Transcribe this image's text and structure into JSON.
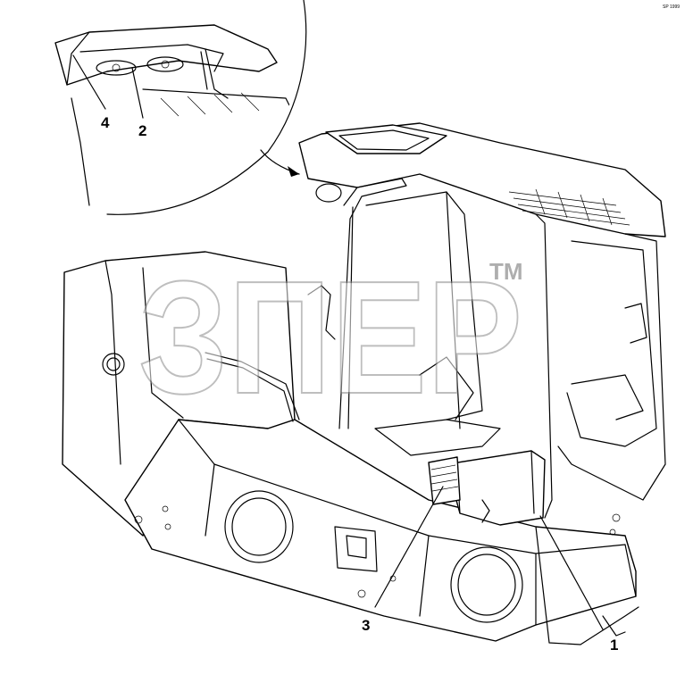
{
  "figure_code": "SP 1999",
  "watermark": {
    "text": "ЗПЕР",
    "trademark": "TM"
  },
  "callouts": {
    "c1": "1",
    "c2": "2",
    "c3": "3",
    "c4": "4"
  }
}
